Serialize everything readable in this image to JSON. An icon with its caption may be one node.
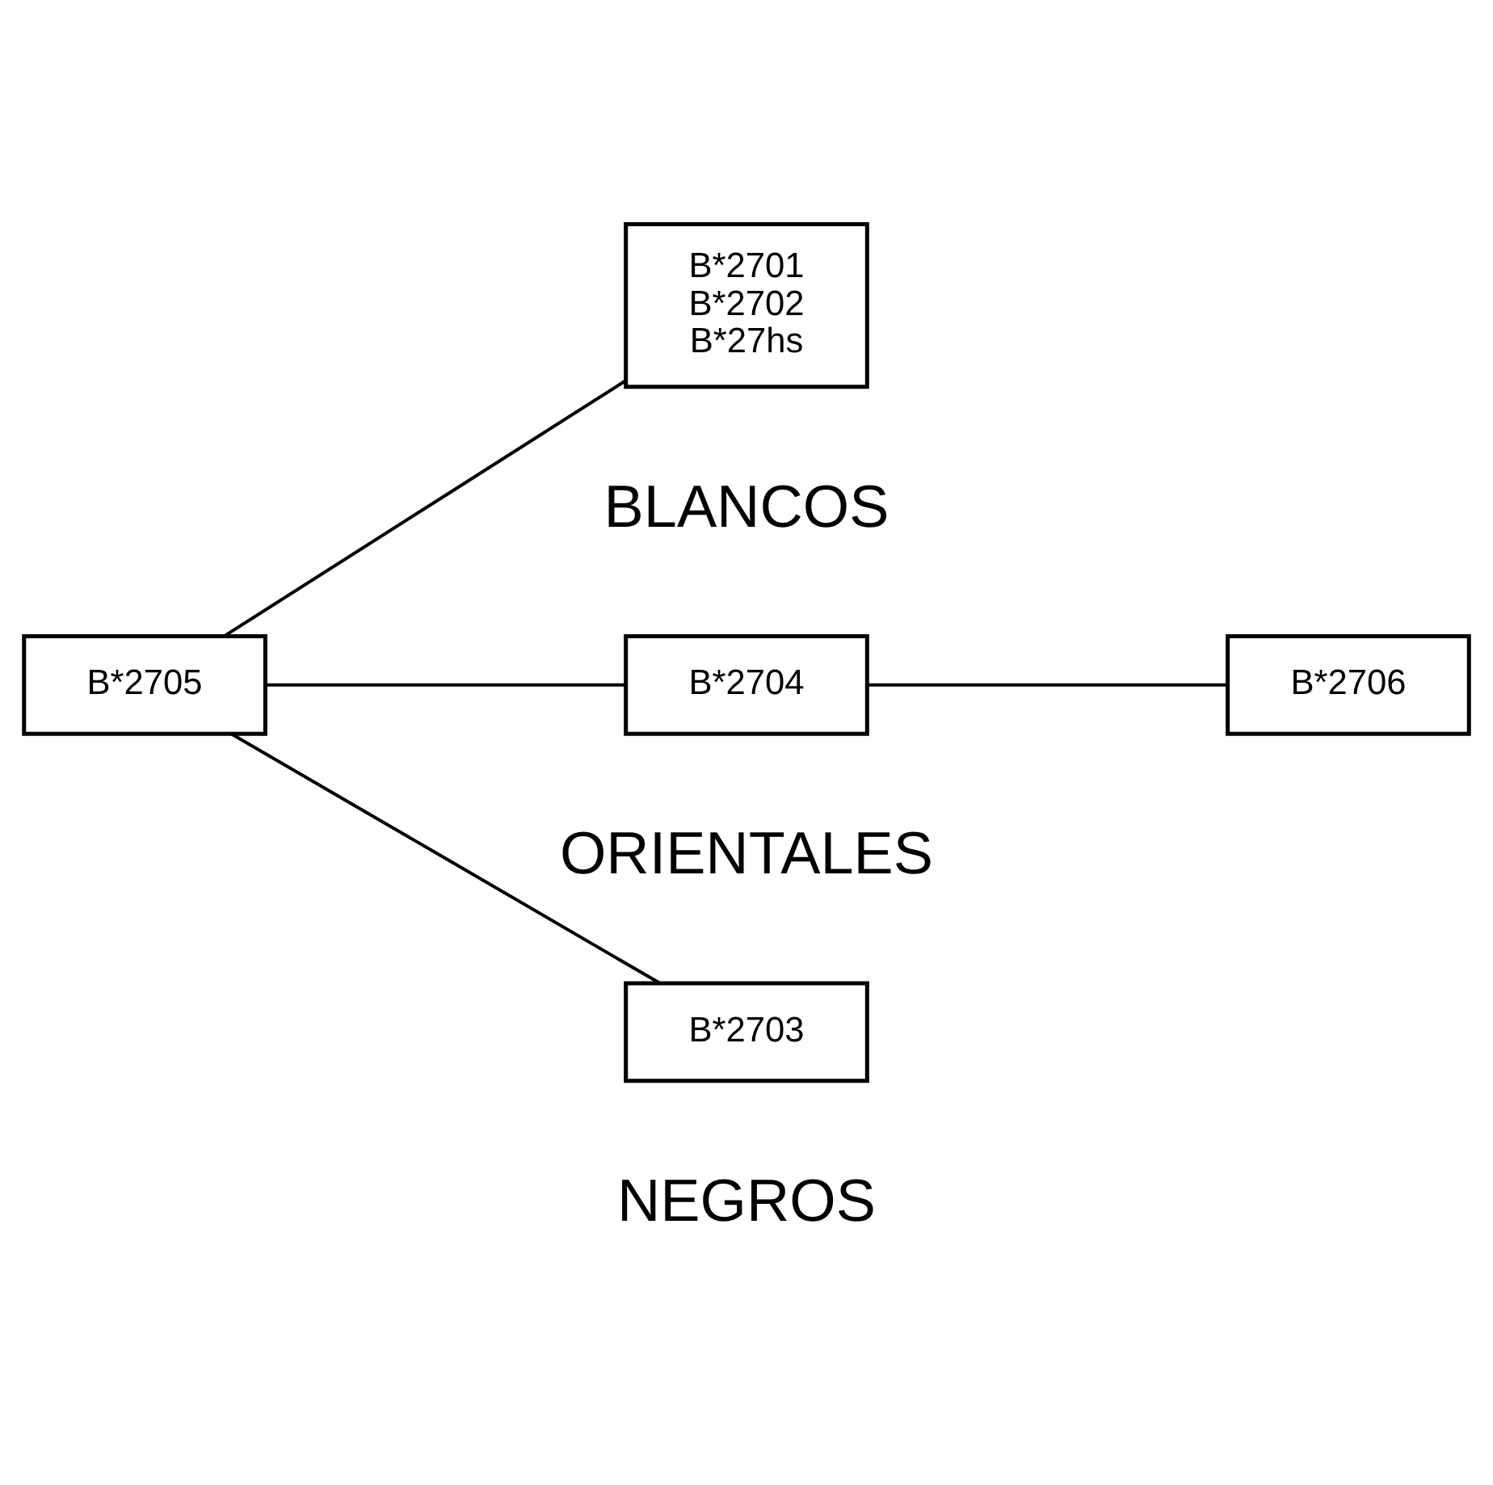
{
  "diagram": {
    "nodes": [
      {
        "text": [
          "B*2701",
          "B*2702",
          "B*27hs"
        ]
      },
      {
        "text": [
          "B*2705"
        ]
      },
      {
        "text": [
          "B*2704"
        ]
      },
      {
        "text": [
          "B*2706"
        ]
      },
      {
        "text": [
          "B*2703"
        ]
      }
    ],
    "edges": [
      {
        "from": 1,
        "to": 0,
        "arrow": "none"
      },
      {
        "from": 1,
        "to": 2,
        "arrow": "none"
      },
      {
        "from": 2,
        "to": 3,
        "arrow": "none"
      },
      {
        "from": 1,
        "to": 4,
        "arrow": "none"
      }
    ],
    "labels": [
      "BLANCOS",
      "ORIENTALES",
      "NEGROS"
    ]
  }
}
